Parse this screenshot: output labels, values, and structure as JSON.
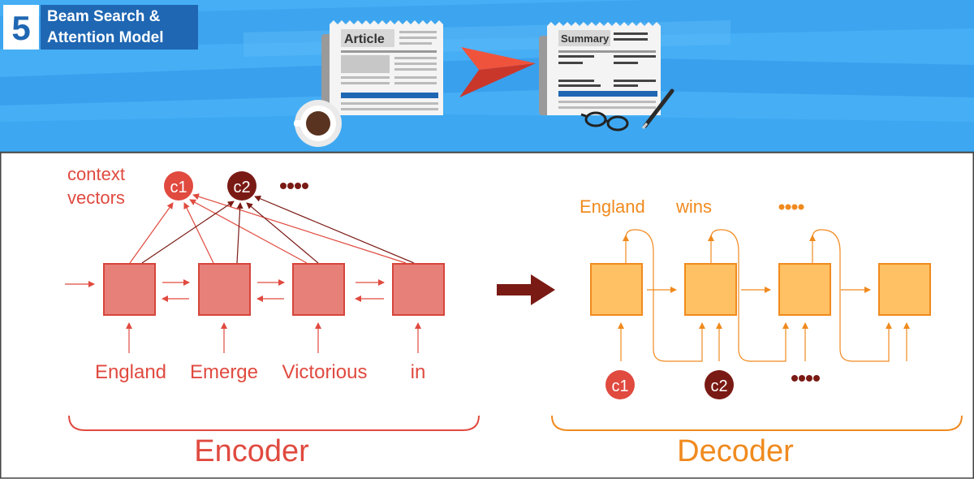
{
  "badge": {
    "number": "5",
    "line1": "Beam Search &",
    "line2": "Attention Model"
  },
  "header_docs": {
    "article_label": "Article",
    "summary_label": "Summary"
  },
  "encoder": {
    "context_label_1": "context",
    "context_label_2": "vectors",
    "c1": "c1",
    "c2": "c2",
    "inputs": [
      "England",
      "Emerge",
      "Victorious",
      "in"
    ],
    "title": "Encoder"
  },
  "decoder": {
    "outputs": [
      "England",
      "wins"
    ],
    "c1": "c1",
    "c2": "c2",
    "title": "Decoder"
  },
  "colors": {
    "banner_blue": "#45aef5",
    "encoder_red": "#e04a3f",
    "encoder_box": "#e8807a",
    "context_dark": "#7a1a14",
    "decoder_orange": "#f08a1e",
    "decoder_box": "#ffc163",
    "badge_blue": "#1f67b3"
  }
}
